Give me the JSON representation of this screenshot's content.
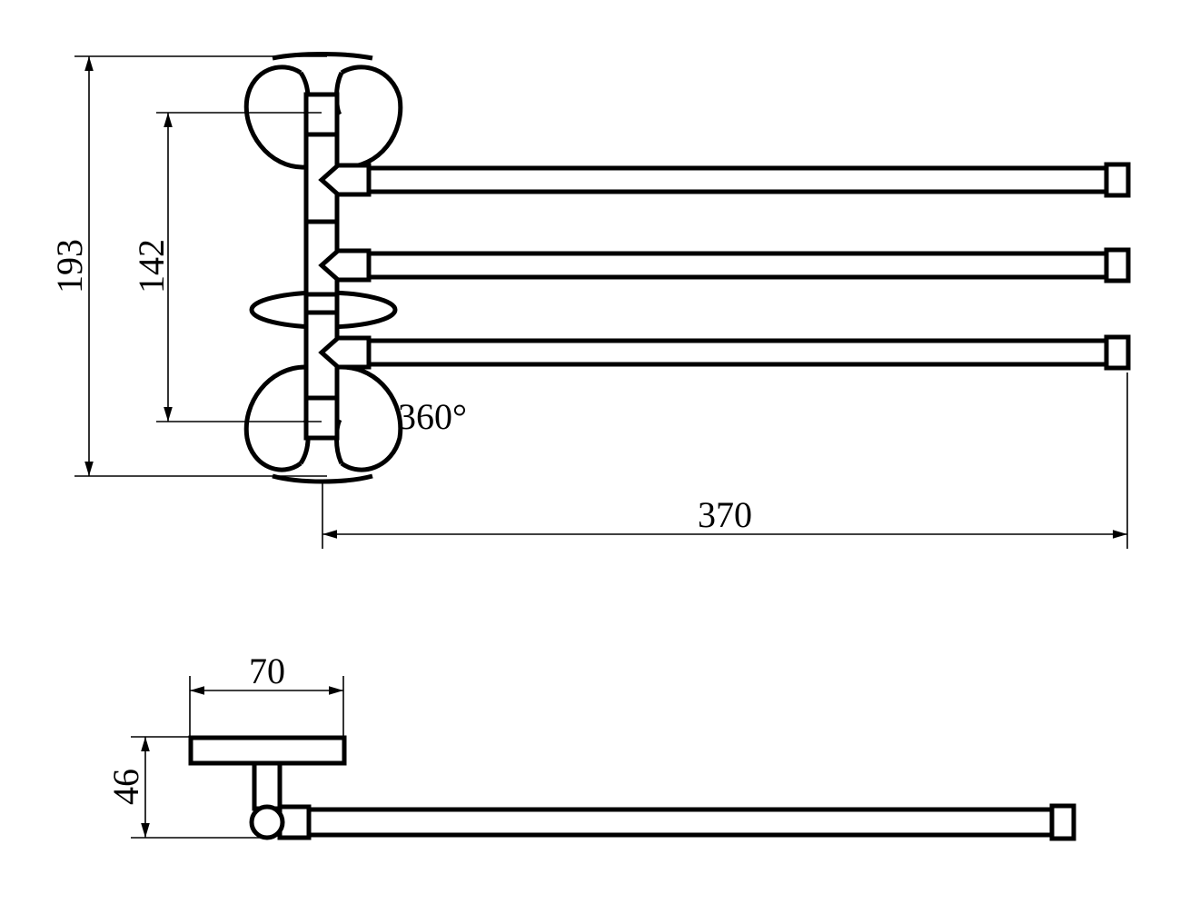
{
  "drawing": {
    "dimensions": {
      "height_overall": "193",
      "height_mount_spacing": "142",
      "rotation": "360°",
      "arm_length": "370",
      "base_width": "70",
      "projection_depth": "46"
    },
    "views": {
      "front": {
        "arm_count": 3
      },
      "top": {
        "arm_count": 1
      }
    }
  }
}
